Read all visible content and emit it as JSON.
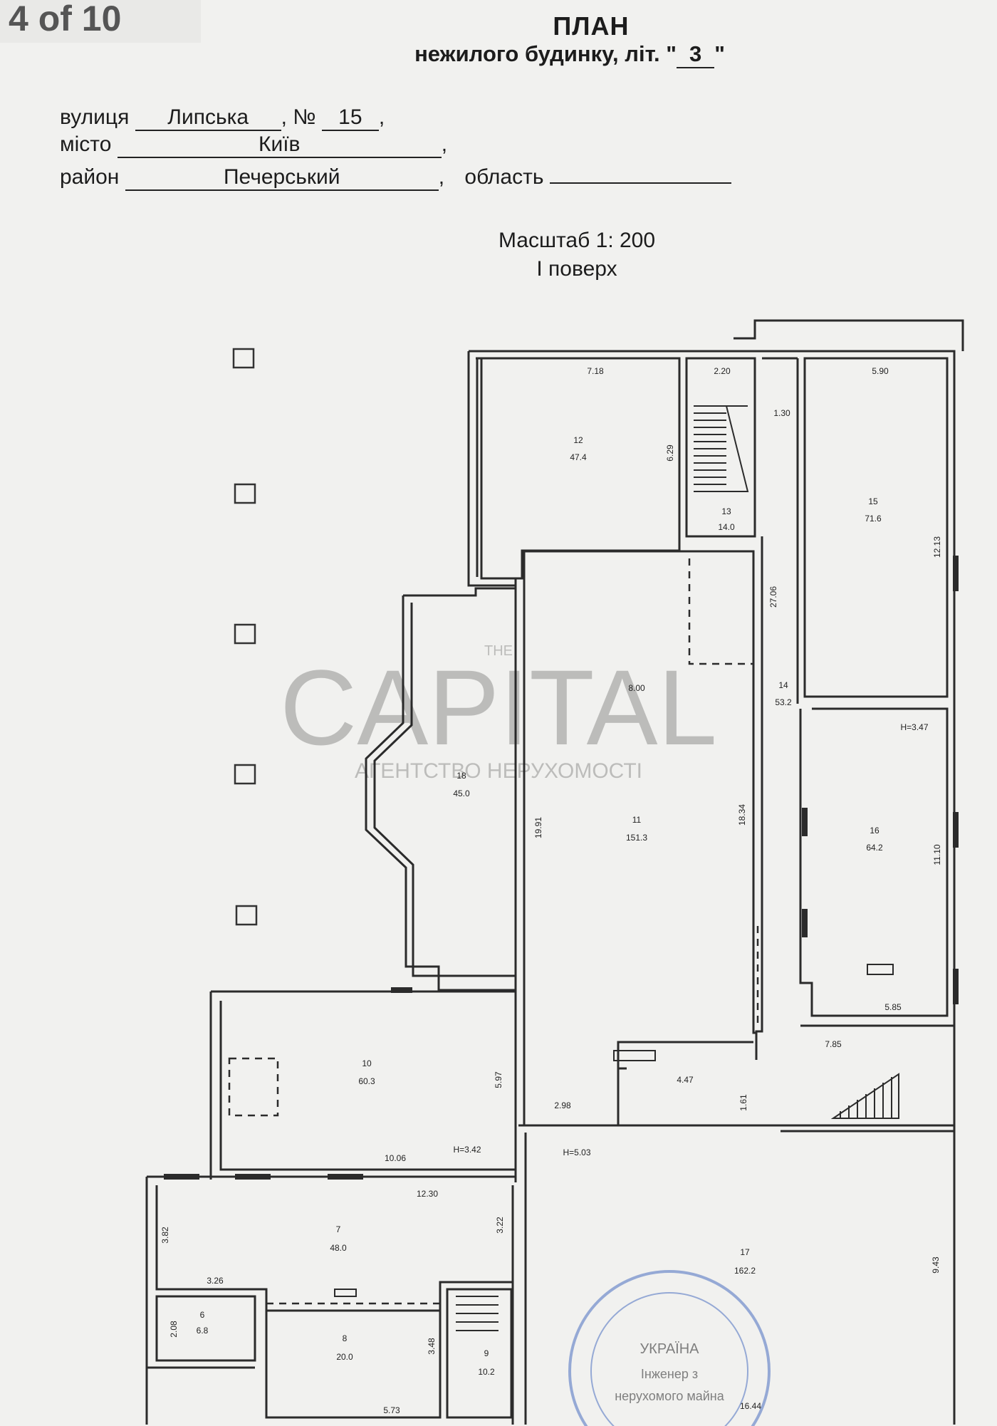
{
  "counter": "4 of 10",
  "header": {
    "title": "ПЛАН",
    "subtitle_prefix": "нежилого будинку, літ. \"",
    "litera": "3",
    "subtitle_suffix": "\""
  },
  "address": {
    "street_label": "вулиця",
    "street_value": "Липська",
    "number_label": "№",
    "number_value": "15",
    "city_label": "місто",
    "city_value": "Київ",
    "district_label": "район",
    "district_value": "Печерський",
    "region_label": "область",
    "region_value": ""
  },
  "scale": {
    "text": "Масштаб 1: 200",
    "floor": "І поверх"
  },
  "watermark": {
    "line1": "THE",
    "line2": "CAPITAL",
    "line3": "АГЕНТСТВО НЕРУХОМОСТІ"
  },
  "rooms": [
    {
      "no": "12",
      "area": "47.4"
    },
    {
      "no": "13",
      "area": "14.0"
    },
    {
      "no": "15",
      "area": "71.6"
    },
    {
      "no": "14",
      "area": "53.2"
    },
    {
      "no": "18",
      "area": "45.0"
    },
    {
      "no": "11",
      "area": "151.3"
    },
    {
      "no": "16",
      "area": "64.2"
    },
    {
      "no": "10",
      "area": "60.3"
    },
    {
      "no": "7",
      "area": "48.0"
    },
    {
      "no": "6",
      "area": "6.8"
    },
    {
      "no": "8",
      "area": "20.0"
    },
    {
      "no": "9",
      "area": "10.2"
    },
    {
      "no": "17",
      "area": "162.2"
    }
  ],
  "dimensions": [
    "7.18",
    "2.20",
    "5.90",
    "1.30",
    "6.29",
    "12.13",
    "27.06",
    "8.00",
    "H=3.47",
    "19.91",
    "18.34",
    "11.10",
    "5.85",
    "7.85",
    "5.97",
    "4.47",
    "2.98",
    "1.61",
    "10.06",
    "H=3.42",
    "H=5.03",
    "12.30",
    "3.82",
    "3.22",
    "9.43",
    "3.26",
    "2.08",
    "3.48",
    "5.73",
    "16.44"
  ],
  "stamp": {
    "line1": "УКРАЇНА",
    "line2": "Інженер з",
    "line3": "нерухомого майна"
  }
}
